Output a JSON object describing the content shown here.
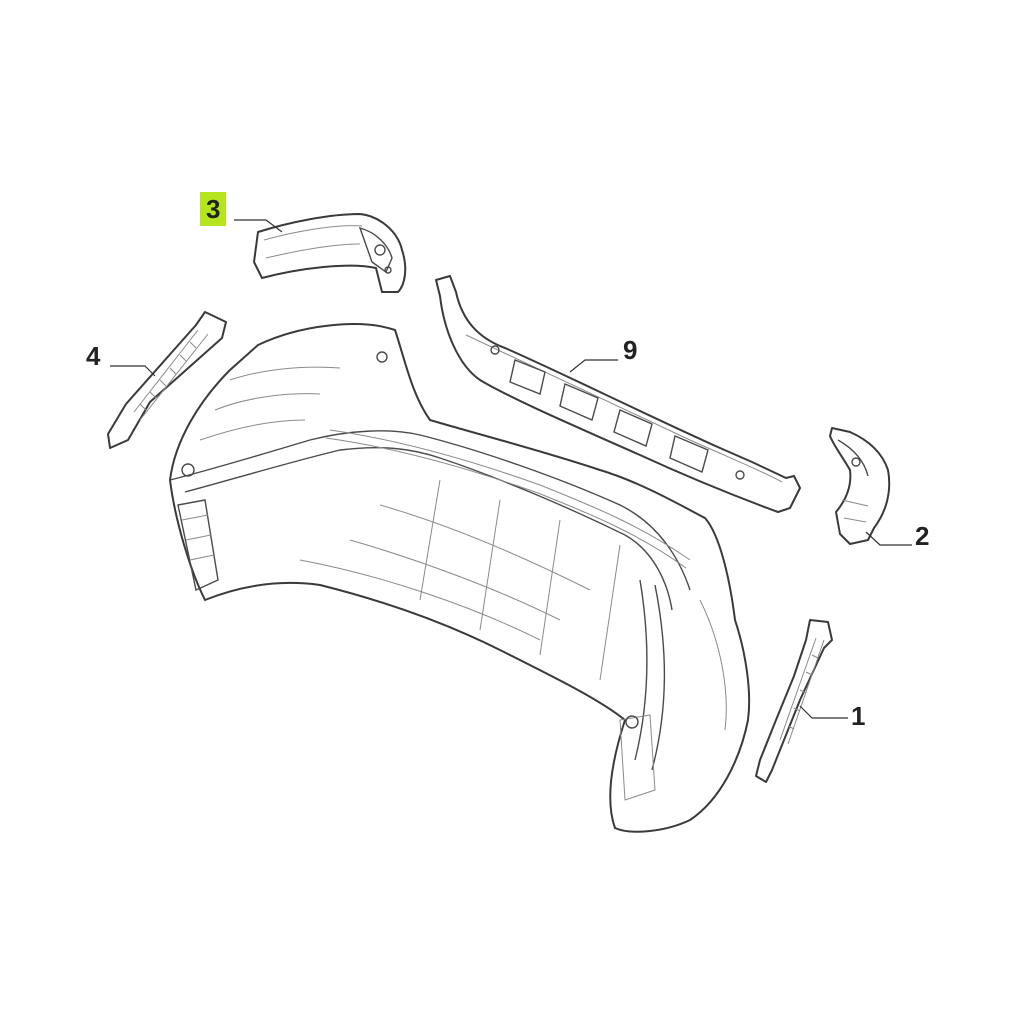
{
  "callouts": [
    {
      "id": "3",
      "label": "3",
      "highlighted": true
    },
    {
      "id": "4",
      "label": "4",
      "highlighted": false
    },
    {
      "id": "9",
      "label": "9",
      "highlighted": false
    },
    {
      "id": "2",
      "label": "2",
      "highlighted": false
    },
    {
      "id": "1",
      "label": "1",
      "highlighted": false
    }
  ],
  "colors": {
    "highlight": "#b5e61d",
    "line": "#3a3a3a",
    "background": "#ffffff"
  }
}
